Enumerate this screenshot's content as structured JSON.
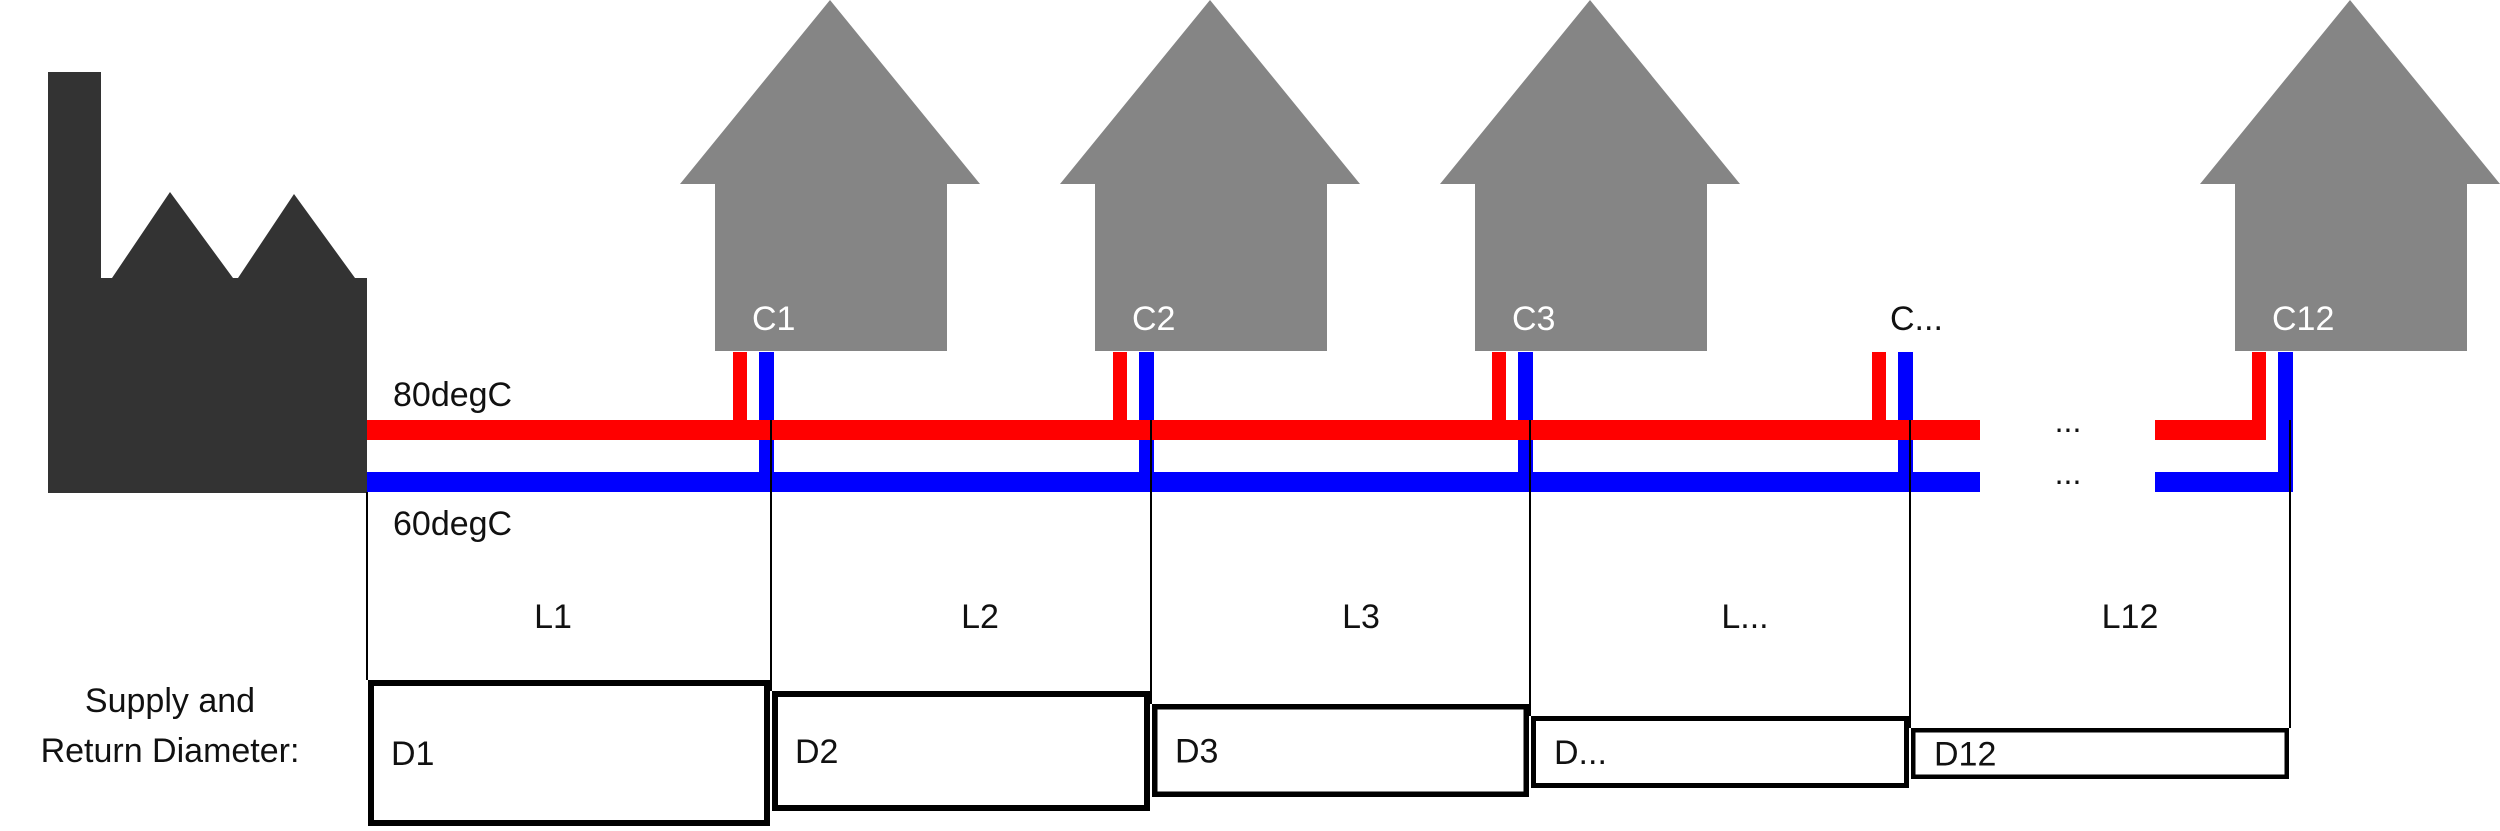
{
  "colors": {
    "supply": "#ff0000",
    "return": "#0000ff",
    "factory": "#333333",
    "house": "#858585",
    "line": "#000000"
  },
  "icons": [
    "factory-icon",
    "house-icon"
  ],
  "temperatures": {
    "supply": "80degC",
    "return": "60degC"
  },
  "consumers": [
    {
      "label": "C1",
      "has_house": true
    },
    {
      "label": "C2",
      "has_house": true
    },
    {
      "label": "C3",
      "has_house": true
    },
    {
      "label": "C...",
      "has_house": false
    },
    {
      "label": "C12",
      "has_house": true
    }
  ],
  "ellipsis": {
    "supply": "...",
    "return": "..."
  },
  "segments": [
    {
      "length": "L1",
      "diameter": "D1"
    },
    {
      "length": "L2",
      "diameter": "D2"
    },
    {
      "length": "L3",
      "diameter": "D3"
    },
    {
      "length": "L...",
      "diameter": "D..."
    },
    {
      "length": "L12",
      "diameter": "D12"
    }
  ],
  "diameter_caption": [
    "Supply and",
    "Return Diameter:"
  ]
}
